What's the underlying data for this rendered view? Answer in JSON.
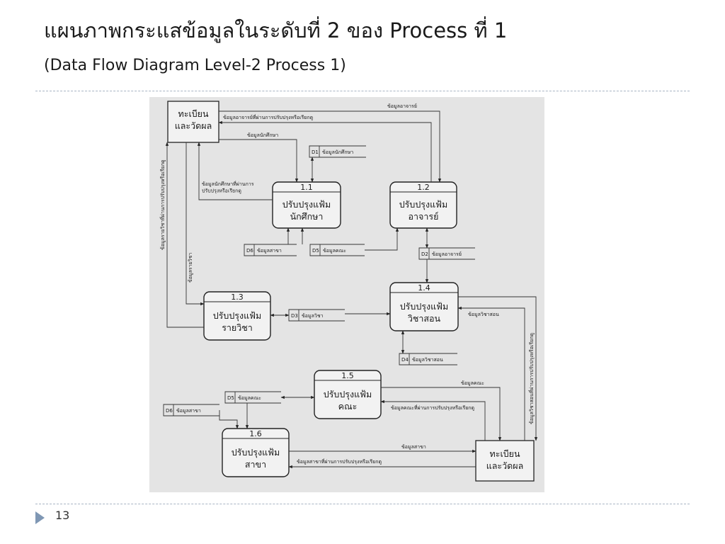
{
  "slide": {
    "title": "แผนภาพกระแสข้อมูลในระดับที่ 2 ของ Process ที่ 1",
    "subtitle": "(Data Flow Diagram Level-2 Process 1)",
    "page_number": "13"
  },
  "diagram": {
    "entities": {
      "top": "ทะเบียน\nและวัดผล",
      "bottom": "ทะเบียน\nและวัดผล"
    },
    "processes": {
      "p11": {
        "id": "1.1",
        "label": "ปรับปรุงแฟ้ม\nนักศึกษา"
      },
      "p12": {
        "id": "1.2",
        "label": "ปรับปรุงแฟ้ม\nอาจารย์"
      },
      "p13": {
        "id": "1.3",
        "label": "ปรับปรุงแฟ้ม\nรายวิชา"
      },
      "p14": {
        "id": "1.4",
        "label": "ปรับปรุงแฟ้ม\nวิชาสอน"
      },
      "p15": {
        "id": "1.5",
        "label": "ปรับปรุงแฟ้ม\nคณะ"
      },
      "p16": {
        "id": "1.6",
        "label": "ปรับปรุงแฟ้ม\nสาขา"
      }
    },
    "stores": {
      "d1": {
        "id": "D1",
        "label": "ข้อมูลนักศึกษา"
      },
      "d6a": {
        "id": "D6",
        "label": "ข้อมูลสาขา"
      },
      "d5a": {
        "id": "D5",
        "label": "ข้อมูลคณะ"
      },
      "d2": {
        "id": "D2",
        "label": "ข้อมูลอาจารย์"
      },
      "d3": {
        "id": "D3",
        "label": "ข้อมูลวิชา"
      },
      "d4": {
        "id": "D4",
        "label": "ข้อมูลวิชาสอน"
      },
      "d5b": {
        "id": "D5",
        "label": "ข้อมูลคณะ"
      },
      "d6b": {
        "id": "D6",
        "label": "ข้อมูลสาขา"
      }
    },
    "flows": {
      "f_teacher_in": "ข้อมูลอาจารย์",
      "f_teacher_out": "ข้อมูลอาจารย์ที่ผ่านการปรับปรุงหรือเรียกดู",
      "f_student_in": "ข้อมูลนักศึกษา",
      "f_student_out": "ข้อมูลนักศึกษาที่ผ่านการ\nปรับปรุงหรือเรียกดู",
      "f_subject_out": "ข้อมูลรายวิชาที่ผ่านการปรับปรุงหรือเรียกดู",
      "f_subject_in": "ข้อมูลรายวิชา",
      "f_teaching_in": "ข้อมูลวิชาสอน",
      "f_teaching_out": "ข้อมูลวิชาสอนที่ผ่านการปรับปรุงหรือเรียกดู",
      "f_faculty_in": "ข้อมูลคณะ",
      "f_faculty_out": "ข้อมูลคณะที่ผ่านการปรับปรุงหรือเรียกดู",
      "f_major_in": "ข้อมูลสาขา",
      "f_major_out": "ข้อมูลสาขาที่ผ่านการปรับปรุงหรือเรียกดู"
    }
  }
}
